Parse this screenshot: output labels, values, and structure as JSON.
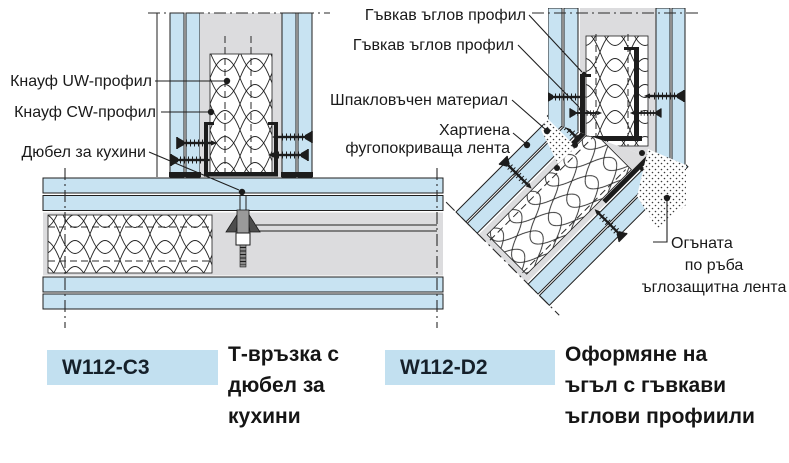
{
  "document_type": "knauf-drywall-detail-sheet",
  "colors": {
    "board_blue": "#c8e3f2",
    "cavity_gray": "#dcdcde",
    "line_dark": "#1c1c1c",
    "code_box_blue": "#c2e0f0",
    "background": "#ffffff"
  },
  "left": {
    "code": "W112-C3",
    "title_lines": [
      "Т-връзка с",
      "дюбел за",
      "кухини"
    ],
    "labels": [
      {
        "lines": [
          "Кнауф UW-профил"
        ]
      },
      {
        "lines": [
          "Кнауф CW-профил"
        ]
      },
      {
        "lines": [
          "Дюбел за кухини"
        ]
      }
    ]
  },
  "right": {
    "code": "W112-D2",
    "title_lines": [
      "Оформяне на",
      "ъгъл с гъвкави",
      "ъглови профиили"
    ],
    "labels": [
      {
        "lines": [
          "Гъвкав ъглов профил"
        ]
      },
      {
        "lines": [
          "Гъвкав ъглов профил"
        ]
      },
      {
        "lines": [
          "Шпакловъчен материал"
        ]
      },
      {
        "lines": [
          "Хартиена",
          "фугопокриваща лента"
        ]
      },
      {
        "lines": [
          "Огъната",
          "по ръба",
          "ъглозащитна лента"
        ]
      }
    ]
  }
}
